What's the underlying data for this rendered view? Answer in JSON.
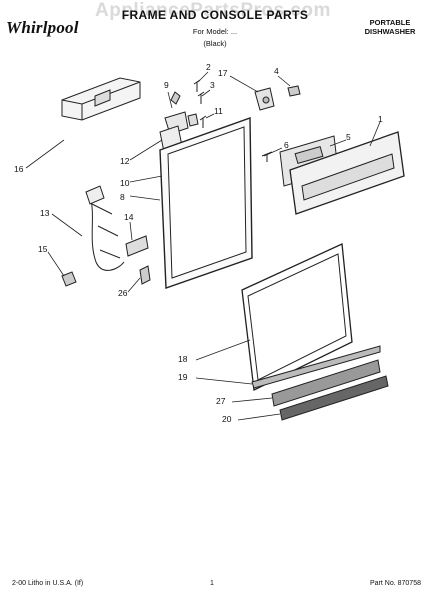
{
  "header": {
    "brand": "Whirlpool",
    "title": "FRAME AND CONSOLE PARTS",
    "model_line": "For Model: ...",
    "color_line": "(Black)",
    "type_line1": "PORTABLE",
    "type_line2": "DISHWASHER",
    "watermark": "AppliancePartsPros.com"
  },
  "footer": {
    "left": "2-00 Litho in U.S.A. (If)",
    "center": "1",
    "right": "Part No. 870758"
  },
  "callouts": {
    "c1": "1",
    "c2": "2",
    "c3": "3",
    "c4": "4",
    "c5": "5",
    "c6": "6",
    "c8": "8",
    "c9": "9",
    "c10": "10",
    "c11": "11",
    "c12": "12",
    "c13": "13",
    "c14": "14",
    "c15": "15",
    "c16": "16",
    "c17": "17",
    "c18": "18",
    "c19": "19",
    "c20": "20",
    "c26": "26",
    "c27": "27"
  }
}
